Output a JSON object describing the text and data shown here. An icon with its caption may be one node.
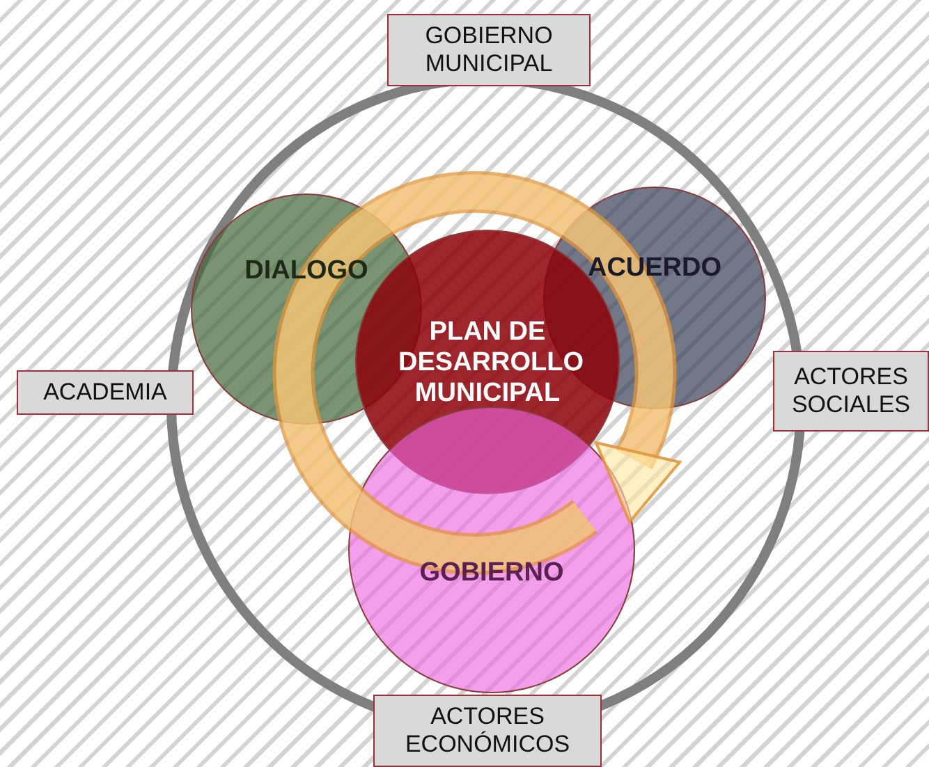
{
  "diagram": {
    "nodes": [
      {
        "text": [
          "GOBIERNO MUNICIPAL"
        ]
      },
      {
        "text": [
          "DIALOGO"
        ]
      },
      {
        "text": [
          "ACUERDO"
        ]
      },
      {
        "text": [
          "ACADEMIA"
        ]
      },
      {
        "text": [
          "PLAN DE DESARROLLO MUNICIPAL"
        ]
      },
      {
        "text": [
          "ACTORES SOCIALES"
        ]
      },
      {
        "text": [
          "GOBIERNO"
        ]
      },
      {
        "text": [
          "ACTORES ECONÓMICOS"
        ]
      }
    ],
    "edges": []
  }
}
